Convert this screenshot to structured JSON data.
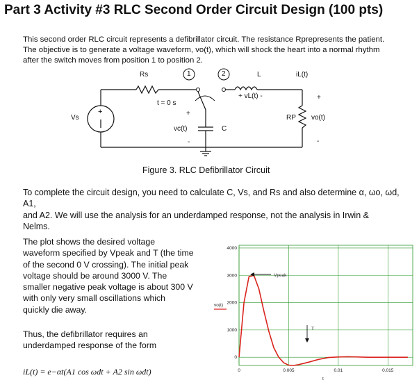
{
  "title": "Part 3 Activity #3 RLC Second Order Circuit Design (100 pts)",
  "intro": [
    "This second order RLC circuit represents a defibrillator circuit. The resistance Rprepresents the patient.",
    "The objective is to generate a voltage waveform, vo(t), which will shock the heart into a normal rhythm",
    "after the switch moves from position 1 to position 2."
  ],
  "circuit": {
    "rs": "Rs",
    "pos1": "1",
    "pos2": "2",
    "l": "L",
    "il": "iL(t)",
    "switch_time": "t = 0 s",
    "vl": "+  vL(t)  -",
    "plus": "+",
    "minus": "-",
    "vs": "Vs",
    "vc": "vc(t)",
    "c": "C",
    "rp": "RP",
    "vo": "vo(t)"
  },
  "figure_caption": "Figure 3. RLC Defibrillator Circuit",
  "para2": [
    "To complete the circuit design, you need to calculate C, Vs, and Rs and also determine α, ωo, ωd, A1,",
    "and A2. We will use the analysis for an underdamped response, not the analysis in Irwin &",
    "Nelms."
  ],
  "plot_description": [
    "The plot shows the desired voltage",
    "waveform specified by Vpeak and T (the time",
    "of the second 0 V crossing). The initial peak",
    "voltage should be around 3000 V. The",
    "smaller negative peak voltage is about 300 V",
    "with only very small oscillations which",
    "quickly die away."
  ],
  "thus": [
    "Thus, the defibrillator requires an",
    "underdamped response of the form"
  ],
  "equation": "iL(t) = e−αt(A1 cos ωdt + A2 sin ωdt)",
  "colors": {
    "curve": "#d9251e",
    "grid": "#2e9a2e"
  },
  "chart_data": {
    "type": "line",
    "ylabel": "vo(t)",
    "xlabel": "t",
    "xlim": [
      0,
      0.0175
    ],
    "ylim": [
      -300,
      4100
    ],
    "yticks": [
      "4000",
      "3000",
      "2000",
      "1000",
      "0"
    ],
    "xticks": [
      "0",
      "0.005",
      "0.01",
      "0.015"
    ],
    "annotations": {
      "peak": "Vpeak",
      "T": "T"
    },
    "series": [
      {
        "x": [
          0,
          0.0005,
          0.001,
          0.0015,
          0.002,
          0.0025,
          0.003,
          0.0035,
          0.004,
          0.0045,
          0.005,
          0.0055,
          0.006,
          0.007,
          0.008,
          0.009,
          0.01,
          0.011,
          0.012,
          0.013,
          0.014,
          0.015,
          0.016,
          0.017
        ],
        "y": [
          0,
          2000,
          2950,
          3000,
          2500,
          1700,
          950,
          350,
          0,
          -200,
          -290,
          -300,
          -270,
          -180,
          -80,
          -10,
          10,
          20,
          10,
          0,
          0,
          0,
          0,
          0
        ]
      }
    ]
  }
}
